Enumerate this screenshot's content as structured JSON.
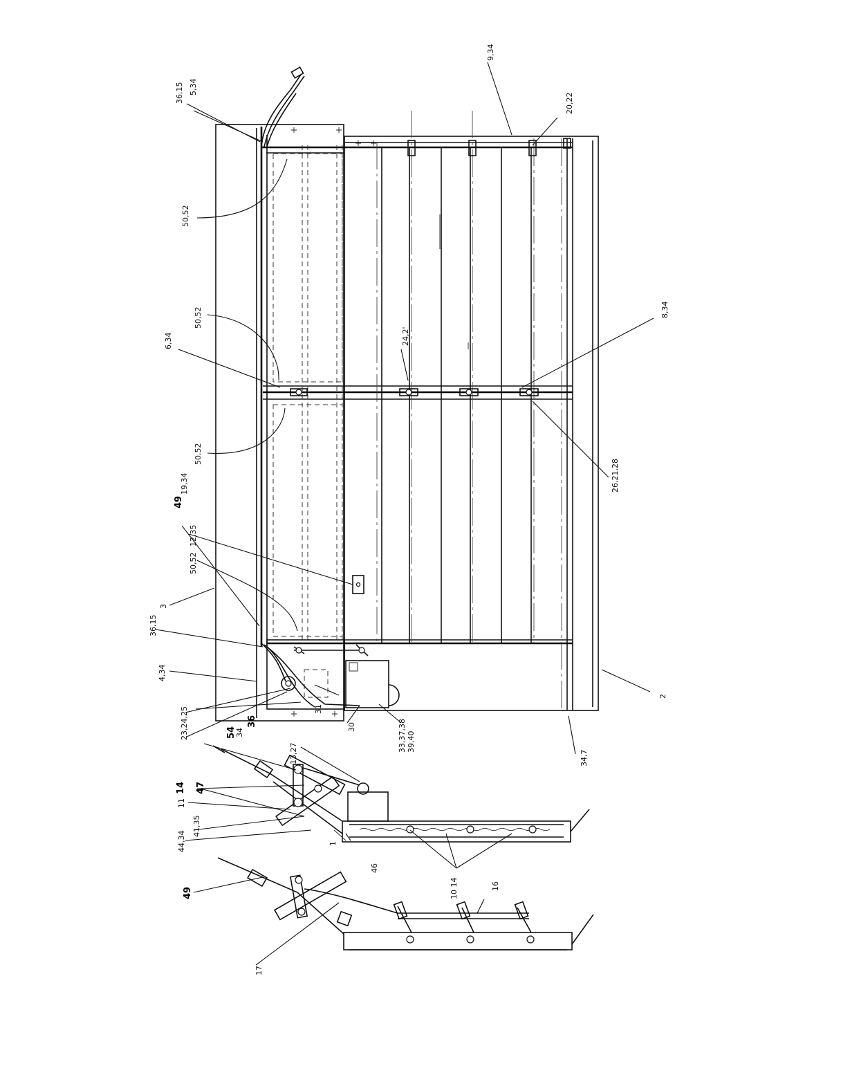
{
  "labels": {
    "l_36_15_top": "36,15",
    "l_5_34": "5,34",
    "l_9_34": "9,34",
    "l_20_22": "20,22",
    "l_50_52_a": "50,52",
    "l_50_52_b": "50,52",
    "l_50_52_c": "50,52",
    "l_50_52_d": "50,52",
    "l_6_34": "6,34",
    "l_24_2": "24,2'",
    "l_8_34": "8,34",
    "l_26_21_28": "26,21,28",
    "l_49_top": "49",
    "l_19_34": "19,34",
    "l_12_35": "12,35",
    "l_3": "3",
    "l_36_15_mid": "36,15",
    "l_4_34": "4,34",
    "l_54": "54",
    "l_34_a": "34",
    "l_36": "36",
    "l_31": "31",
    "l_30": "30",
    "l_33_37_38": "33,37,38",
    "l_39_40": "39,40",
    "l_2": "2",
    "l_34_7": "34,7",
    "l_23_24_25": "23,24,25",
    "l_13_27": "13,27",
    "l_14_a": "14",
    "l_47": "47",
    "l_11": "11",
    "l_41_35": "41,35",
    "l_44_34": "44,34",
    "l_1": "1",
    "l_46": "46",
    "l_10_14": "10 14",
    "l_16": "16",
    "l_49_bot": "49",
    "l_17": "17"
  }
}
